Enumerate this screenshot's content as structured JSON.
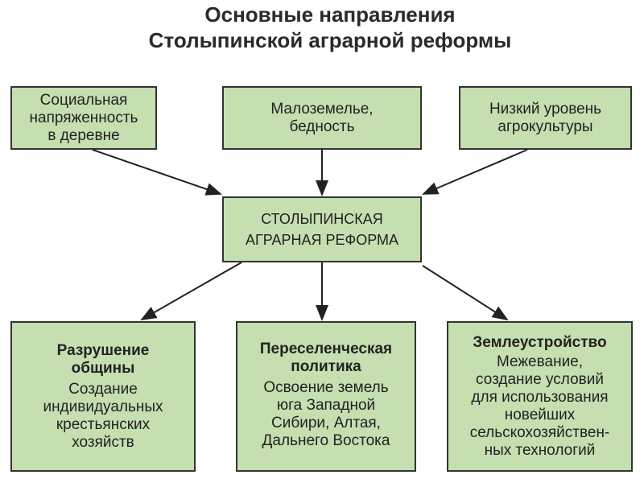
{
  "title": {
    "line1": "Основные направления",
    "line2": "Столыпинской аграрной реформы"
  },
  "causes": [
    {
      "lines": [
        "Социальная",
        "напряженность",
        "в деревне"
      ]
    },
    {
      "lines": [
        "Малоземелье,",
        "бедность"
      ]
    },
    {
      "lines": [
        "Низкий  уровень",
        "агрокультуры"
      ]
    }
  ],
  "center": {
    "lines": [
      "СТОЛЫПИНСКАЯ",
      "АГРАРНАЯ  РЕФОРМА"
    ]
  },
  "directions": [
    {
      "heading": [
        "Разрушение",
        "общины"
      ],
      "lines": [
        "Создание",
        "индивидуальных",
        "крестьянских",
        "хозяйств"
      ]
    },
    {
      "heading": [
        "Переселенческая",
        "политика"
      ],
      "lines": [
        "Освоение земель",
        "юга  Западной",
        "Сибири,  Алтая,",
        "Дальнего  Востока"
      ]
    },
    {
      "heading": [
        "Землеустройство"
      ],
      "lines": [
        "Межевание,",
        "создание условий",
        "для использования",
        "новейших",
        "сельскохозяйствен-",
        "ных  технологий"
      ]
    }
  ]
}
